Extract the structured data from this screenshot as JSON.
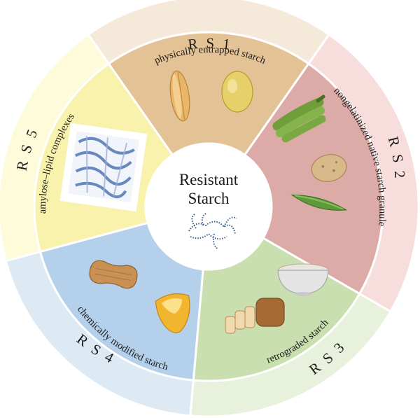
{
  "center": {
    "line1": "Resistant",
    "line2": "Starch"
  },
  "segments": [
    {
      "id": "rs1",
      "title": "R S 1",
      "subtitle": "physically entrapped starch",
      "outer_color": "#f5e9da",
      "inner_color": "#e3c396"
    },
    {
      "id": "rs2",
      "title": "R S 2",
      "subtitle": "nongelatinized native starch granule",
      "outer_color": "#f7dedc",
      "inner_color": "#dcaaa7"
    },
    {
      "id": "rs3",
      "title": "R S 3",
      "subtitle": "retrograded starch",
      "outer_color": "#e8f1dc",
      "inner_color": "#cadfb0"
    },
    {
      "id": "rs4",
      "title": "R S 4",
      "subtitle": "chemically modified starch",
      "outer_color": "#dde9f3",
      "inner_color": "#b5d0ea"
    },
    {
      "id": "rs5",
      "title": "R S 5",
      "subtitle": "amylose–lipid complexes",
      "outer_color": "#fdfbd9",
      "inner_color": "#f8f2ad"
    }
  ],
  "icons": [
    "rice-grain-icon",
    "bean-icon",
    "banana-icon",
    "potato-icon",
    "pea-pod-icon",
    "rice-bowl-icon",
    "bread-icon",
    "peanut-icon",
    "corn-kernel-icon",
    "protein-structure-icon",
    "starch-molecule-icon"
  ]
}
